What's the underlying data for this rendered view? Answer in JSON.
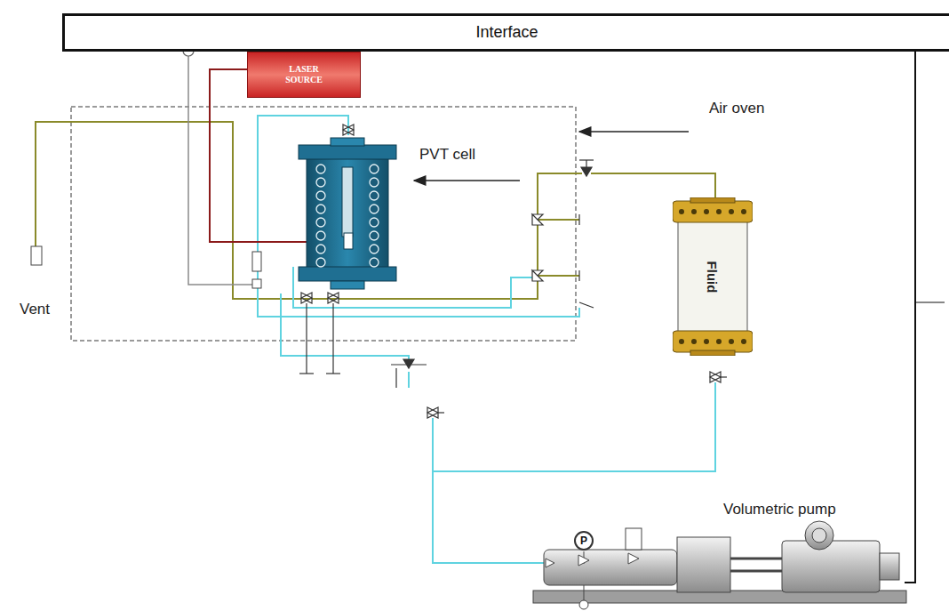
{
  "diagram": {
    "nodes": [
      {
        "text": [
          "Interface"
        ]
      },
      {
        "text": [
          "LASER SOURCE"
        ]
      },
      {
        "text": [
          "Fluid"
        ]
      },
      {
        "text": [
          "P"
        ]
      }
    ],
    "labels": [
      "Air oven",
      "PVT cell",
      "Vent",
      "Volumetric pump"
    ]
  }
}
